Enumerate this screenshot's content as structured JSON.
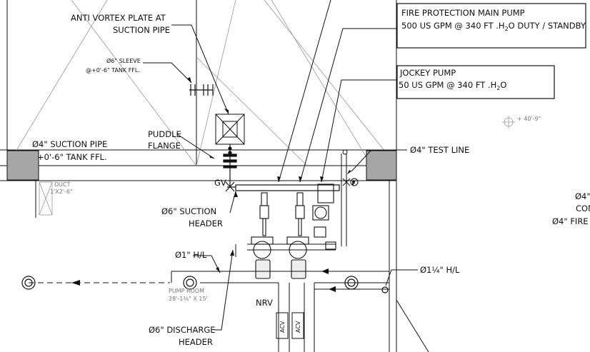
{
  "labels": {
    "anti_vortex_1": "ANTI VORTEX PLATE AT",
    "anti_vortex_2": "SUCTION PIPE",
    "sleeve_1": "Ø6\" SLEEVE",
    "sleeve_2": "@+0'-6\" TANK FFL.",
    "suction_pipe_1": "Ø4\" SUCTION PIPE",
    "suction_pipe_2": "+0'-6\" TANK FFL.",
    "puddle_1": "PUDDLE",
    "puddle_2": "FLANGE",
    "duct_1": "DUCT",
    "duct_2": "1'X2'-6\"",
    "gv": "GV",
    "suction_header_1": "Ø6\" SUCTION",
    "suction_header_2": "HEADER",
    "hl_1": "Ø1\" H/L",
    "pump_room_1": "PUMP ROOM",
    "pump_room_2": "28'-1⅜\" X 15'",
    "nrv": "NRV",
    "acv": "ACV",
    "discharge_header_1": "Ø6\" DISCHARGE",
    "discharge_header_2": "HEADER",
    "hl_2": "Ø1¼\" H/L",
    "test_line": "Ø4\" TEST LINE",
    "elevation": "+ 40'-9\"",
    "right_1": "Ø4\"",
    "right_2": "CON",
    "right_3": "Ø4\" FIRE"
  },
  "main_pump_box": {
    "title": "FIRE PROTECTION MAIN PUMP",
    "spec_prefix": "500 US GPM @ 340 FT .H",
    "spec_sub": "2",
    "spec_suffix": "O DUTY / STANDBY"
  },
  "jockey_pump_box": {
    "title": "JOCKEY PUMP",
    "spec_prefix": "50 US GPM @ 340 FT .H",
    "spec_sub": "2",
    "spec_suffix": "O"
  },
  "colors": {
    "line": "#111111",
    "wall_hatch": "#a6a6a6",
    "grey_text": "#777777"
  }
}
